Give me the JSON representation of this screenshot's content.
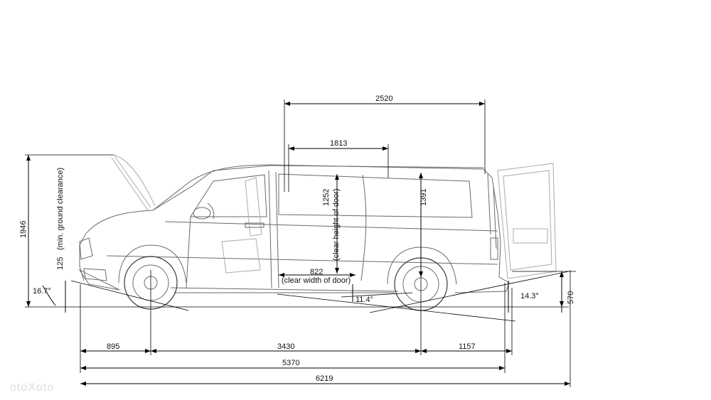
{
  "dimensions": {
    "wheelbase": "3430",
    "front_overhang": "895",
    "rear_overhang": "1157",
    "length_body": "5370",
    "length_overall": "6219",
    "cargo_length": "2520",
    "door_width_top": "1813",
    "height": "1946",
    "ground_clearance": "125",
    "ground_clearance_note": "(min. ground clearance)",
    "approach_angle": "16.7°",
    "departure_angle": "14.3°",
    "ramp_angle": "11.4°",
    "interior_height": "1391",
    "door_clear_height": "1252",
    "door_clear_height_note": "(clear height of door)",
    "door_clear_width": "822",
    "door_clear_width_note": "(clear width of door)",
    "rear_sill_height": "570"
  },
  "watermark": "otoXoto",
  "colors": {
    "line": "#000000",
    "vehicle": "#6a6a6a",
    "vehicle_light": "#aaaaaa"
  }
}
